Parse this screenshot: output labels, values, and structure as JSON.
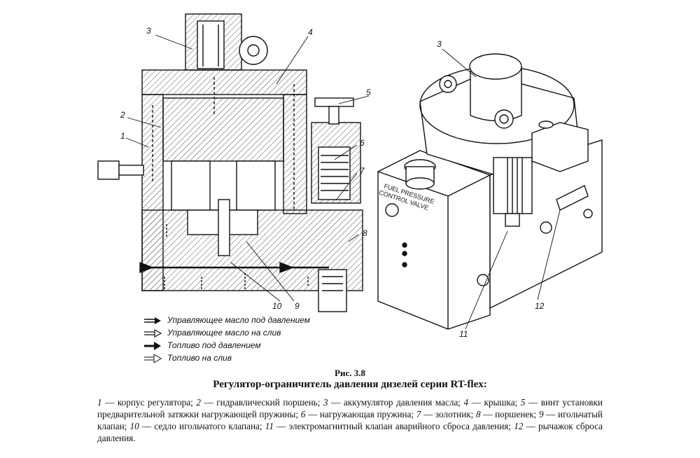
{
  "callouts": [
    "3",
    "4",
    "2",
    "1",
    "5",
    "6",
    "7",
    "8",
    "10",
    "9",
    "3",
    "11",
    "12"
  ],
  "device_label": [
    "FUEL PRESSURE",
    "CONTROL VALVE"
  ],
  "legend": [
    {
      "icon": "oil-pressure-arrow-icon",
      "text": "Управляющее масло под давлением"
    },
    {
      "icon": "oil-drain-arrow-icon",
      "text": "Управляющее масло на слив"
    },
    {
      "icon": "fuel-pressure-arrow-icon",
      "text": "Топливо под давлением"
    },
    {
      "icon": "fuel-drain-arrow-icon",
      "text": "Топливо на слив"
    }
  ],
  "figure_number": "Рис. 3.8",
  "figure_title": "Регулятор-ограничитель давления дизелей серии RT-flex:",
  "caption": [
    {
      "n": "1",
      "t": " — корпус регулятора; "
    },
    {
      "n": "2",
      "t": " — гидравлический поршень; "
    },
    {
      "n": "3",
      "t": " — аккумулятор давления масла; "
    },
    {
      "n": "4",
      "t": " — крышка; "
    },
    {
      "n": "5",
      "t": " — винт установки предварительной затяжки нагружающей пружины; "
    },
    {
      "n": "6",
      "t": " — нагружающая пружина; "
    },
    {
      "n": "7",
      "t": " — золотник; "
    },
    {
      "n": "8",
      "t": " — поршенек; "
    },
    {
      "n": "9",
      "t": " — игольчатый клапан; "
    },
    {
      "n": "10",
      "t": " — седло игольчатого клапана; "
    },
    {
      "n": "11",
      "t": " — электромагнитный клапан аварийного сброса давления; "
    },
    {
      "n": "12",
      "t": " — рычажок сброса давления."
    }
  ]
}
